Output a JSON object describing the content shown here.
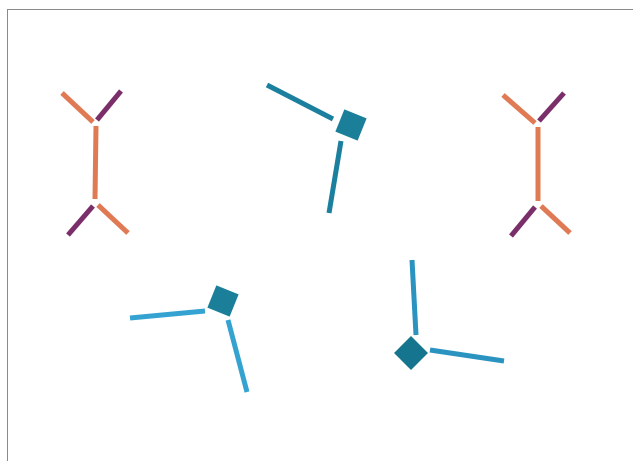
{
  "colors": {
    "background": "#ffffff",
    "frame": "#8a8a8a",
    "orange": "#e07a54",
    "purple": "#7b2f6a",
    "teal_dark": "#1b7f9e",
    "teal": "#2a93c0",
    "teal_light": "#35a3d1",
    "node_dark": "#16758e",
    "node": "#1b7f9a"
  },
  "molecules": [
    {
      "kind": "linear-chain",
      "label": "left-y-chain",
      "palette": [
        "orange",
        "purple"
      ]
    },
    {
      "kind": "trigonal-node",
      "label": "top-center-node",
      "palette": [
        "teal_dark",
        "node"
      ]
    },
    {
      "kind": "linear-chain",
      "label": "right-y-chain",
      "palette": [
        "orange",
        "purple"
      ]
    },
    {
      "kind": "trigonal-node",
      "label": "bottom-left-node",
      "palette": [
        "teal_light",
        "node"
      ]
    },
    {
      "kind": "trigonal-node",
      "label": "bottom-right-node",
      "palette": [
        "teal",
        "node_dark"
      ]
    }
  ]
}
